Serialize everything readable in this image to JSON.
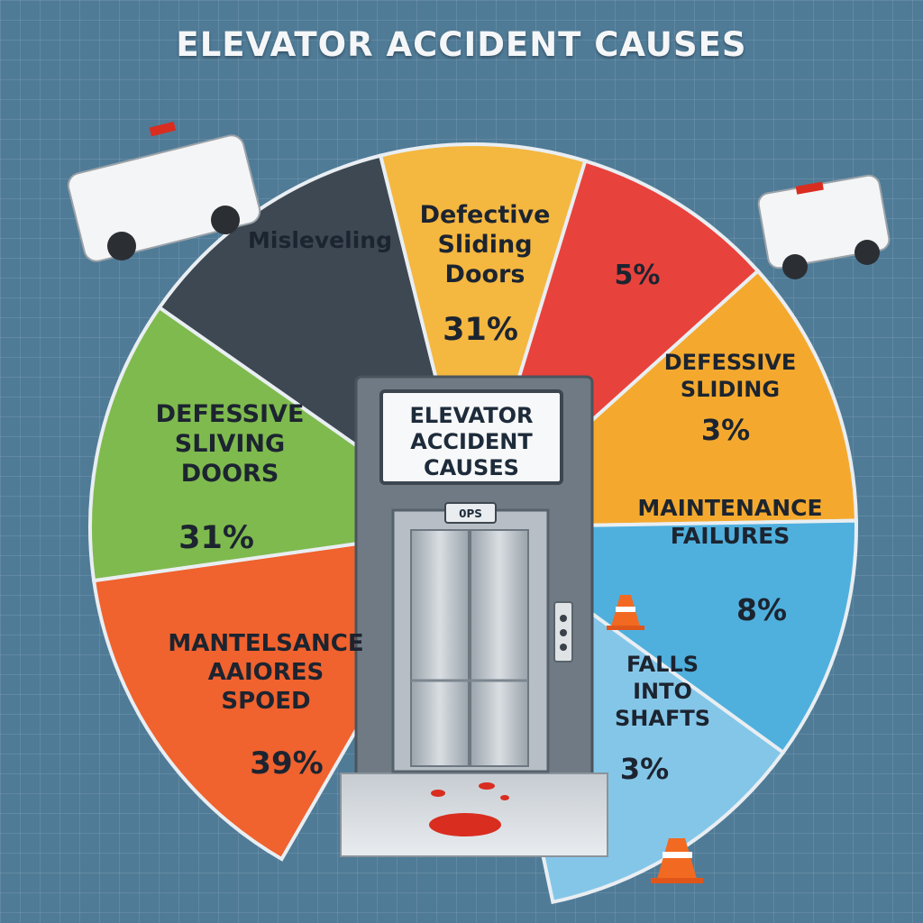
{
  "chart_data": {
    "type": "pie",
    "title": "ELEVATOR ACCIDENT CAUSES",
    "center_label": [
      "ELEVATOR",
      "ACCIDENT",
      "CAUSES"
    ],
    "elevator_display": "0PS",
    "slices": [
      {
        "name": [
          "Misleveling"
        ],
        "label": "",
        "color": "#3d4852"
      },
      {
        "name": [
          "Defective",
          "Sliding",
          "Doors"
        ],
        "label": "31%",
        "color": "#f4b740"
      },
      {
        "name": [],
        "label": "5%",
        "color": "#e8423c"
      },
      {
        "name": [
          "DEFESSIVE",
          "SLIDING"
        ],
        "label": "3%",
        "color": "#f4a92e"
      },
      {
        "name": [
          "MAINTENANCE",
          "FAILURES"
        ],
        "label": "8%",
        "color": "#4fb0dd"
      },
      {
        "name": [
          "FALLS",
          "INTO",
          "SHAFTS"
        ],
        "label": "3%",
        "color": "#84c6e8"
      },
      {
        "name": [
          "MANTELSANCE",
          "AAIORES",
          "SPOED"
        ],
        "label": "39%",
        "color": "#f0622e"
      },
      {
        "name": [
          "DEFESSIVE",
          "SLIVING",
          "DOORS"
        ],
        "label": "31%",
        "color": "#7fba4e"
      }
    ]
  }
}
